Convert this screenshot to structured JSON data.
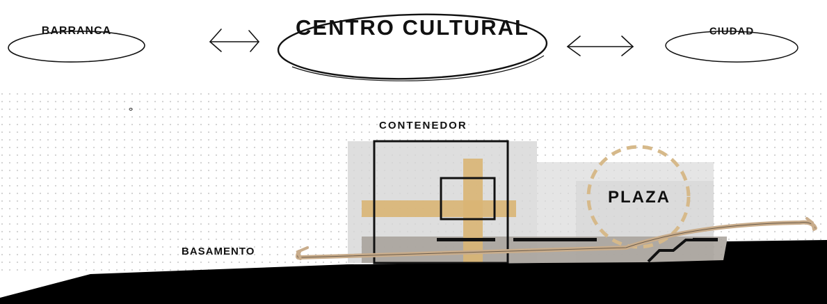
{
  "header": {
    "left_label": "BARRANCA",
    "center_label": "CENTRO CULTURAL",
    "right_label": "CIUDAD"
  },
  "section": {
    "container_label": "CONTENEDOR",
    "plaza_label": "PLAZA",
    "base_label": "BASAMENTO"
  },
  "colors": {
    "ground": "#000000",
    "timber": "#d9b574",
    "volume": "#d6d6d6",
    "plaza_ring": "#d6b98a",
    "path": "#c9ad8c",
    "dots": "#cfcfcf"
  }
}
